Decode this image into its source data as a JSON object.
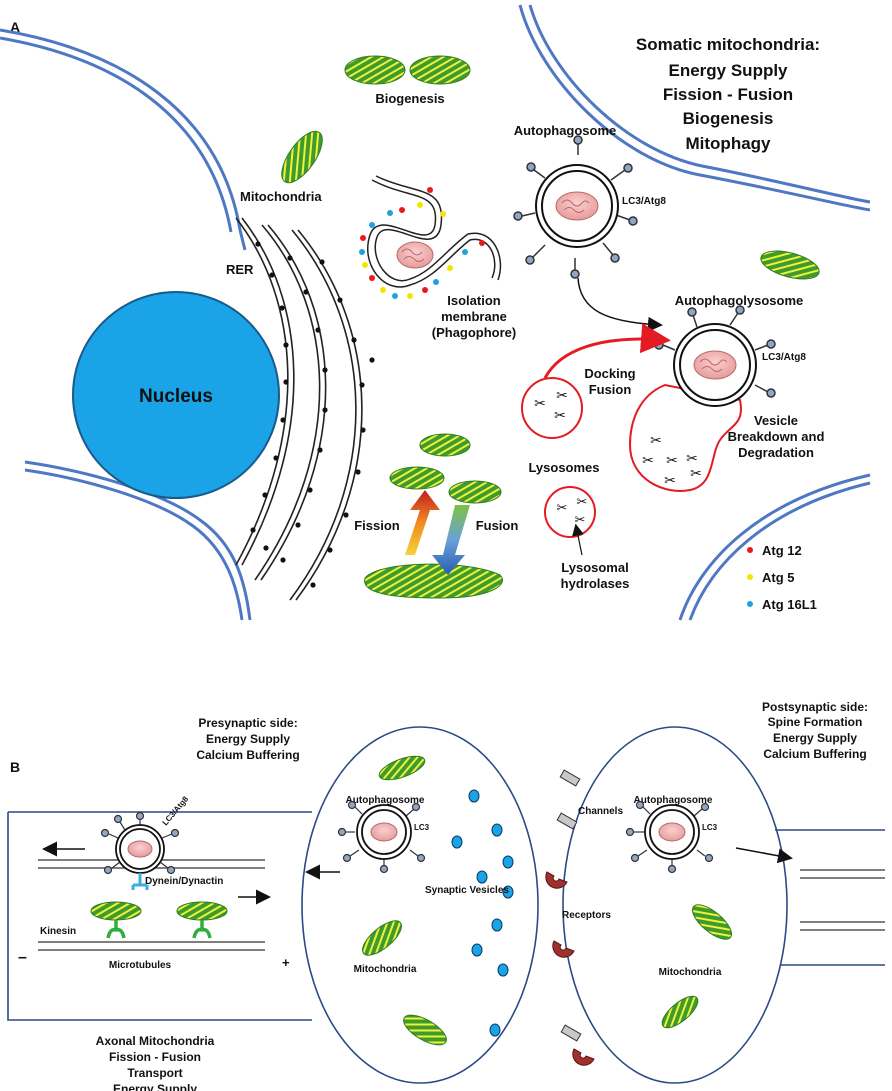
{
  "panel_a": {
    "letter": "A",
    "title": [
      "Somatic mitochondria:",
      "Energy Supply",
      "Fission - Fusion",
      "Biogenesis",
      "Mitophagy"
    ],
    "biogenesis": "Biogenesis",
    "mitochondria": "Mitochondria",
    "rer": "RER",
    "nucleus": "Nucleus",
    "autophagosome": "Autophagosome",
    "lc3_atg8": "LC3/Atg8",
    "isolation_membrane": [
      "Isolation",
      "membrane",
      "(Phagophore)"
    ],
    "autophagolysosome": "Autophagolysosome",
    "lc3_atg8_2": "LC3/Atg8",
    "docking_fusion": [
      "Docking",
      "Fusion"
    ],
    "vesicle_breakdown": [
      "Vesicle",
      "Breakdown and",
      "Degradation"
    ],
    "lysosomes": "Lysosomes",
    "lysosomal_hydrolases": [
      "Lysosomal",
      "hydrolases"
    ],
    "fission": "Fission",
    "fusion": "Fusion",
    "legend": [
      {
        "label": "Atg 12",
        "color": "#e8191e"
      },
      {
        "label": "Atg 5",
        "color": "#f2e600"
      },
      {
        "label": "Atg 16L1",
        "color": "#1ea3e0"
      }
    ]
  },
  "panel_b": {
    "letter": "B",
    "presynaptic": [
      "Presynaptic side:",
      "Energy Supply",
      "Calcium Buffering"
    ],
    "postsynaptic": [
      "Postsynaptic side:",
      "Spine Formation",
      "Energy Supply",
      "Calcium Buffering"
    ],
    "autophagosome_pre": "Autophagosome",
    "autophagosome_post": "Autophagosome",
    "lc3_pre": "LC3",
    "lc3_post": "LC3",
    "lc3_atg8_axon": "LC3/Atg8",
    "dynein": "Dynein/Dynactin",
    "kinesin": "Kinesin",
    "microtubules": "Microtubules",
    "minus": "–",
    "plus": "+",
    "synaptic_vesicles": "Synaptic Vesicles",
    "channels": "Channels",
    "receptors": "Receptors",
    "mitochondria_pre": "Mitochondria",
    "mitochondria_post": "Mitochondria",
    "axonal": [
      "Axonal Mitochondria",
      "Fission - Fusion",
      "Transport",
      "Energy Supply"
    ]
  },
  "colors": {
    "membrane_blue": "#4f78c4",
    "nucleus_blue": "#1aa3e6",
    "mito_green": "#3f9b2d",
    "mito_yellow": "#eef23a",
    "lysosome_red": "#e31b23",
    "receptor_red": "#a0302d",
    "vesicle_blue": "#1aa3e6",
    "dynein_blue": "#3aaee0",
    "kinesin_green": "#2fae3f"
  }
}
